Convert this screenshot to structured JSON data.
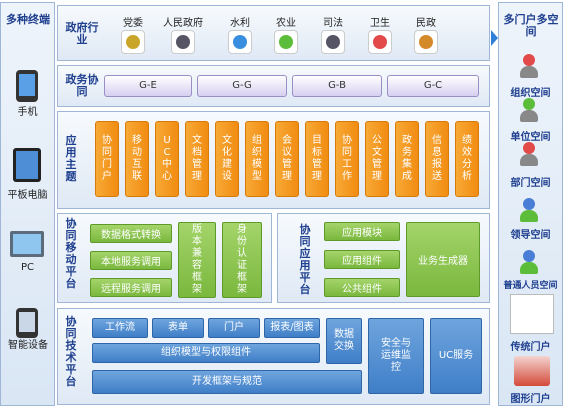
{
  "left": {
    "title": "多种终端",
    "devices": [
      "手机",
      "平板电脑",
      "PC",
      "智能设备"
    ]
  },
  "right": {
    "title": "多门户多空间",
    "spaces": [
      "组织空间",
      "单位空间",
      "部门空间",
      "领导空间",
      "普通人员空间"
    ],
    "portal": "传统门户",
    "graphic": "图形门户"
  },
  "industry": {
    "label": "政府行业",
    "items": [
      "党委",
      "人民政府",
      "水利",
      "农业",
      "司法",
      "卫生",
      "民政"
    ]
  },
  "gov_collab": {
    "label": "政务协同",
    "items": [
      "G-E",
      "G-G",
      "G-B",
      "G-C"
    ]
  },
  "themes": {
    "label": "应用主题",
    "items": [
      "协同门户",
      "移动互联",
      "UC中心",
      "文档管理",
      "文化建设",
      "组织模型",
      "会议管理",
      "目标管理",
      "协同工作",
      "公文管理",
      "政务集成",
      "信息报送",
      "绩效分析"
    ]
  },
  "mobile": {
    "label": "协同移动平台",
    "items": [
      "数据格式转换",
      "本地服务调用",
      "远程服务调用"
    ],
    "compat": "版本兼容框架",
    "auth": "身份认证框架"
  },
  "app_platform": {
    "label": "协同应用平台",
    "items": [
      "应用模块",
      "应用组件",
      "公共组件"
    ],
    "generator": "业务生成器"
  },
  "tech": {
    "label": "协同技术平台",
    "row": [
      "工作流",
      "表单",
      "门户",
      "报表/图表"
    ],
    "org": "组织模型与权限组件",
    "dev": "开发框架与规范",
    "exchange": "数据交换",
    "security": "安全与运维监控",
    "uc": "UC服务"
  }
}
